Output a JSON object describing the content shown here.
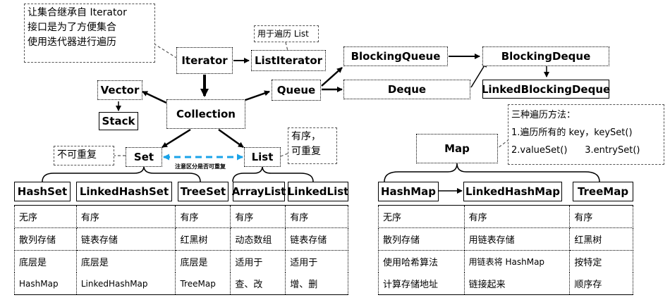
{
  "notes": {
    "iterator_note": [
      "让集合继承自 Iterator",
      "接口是为了方便集合",
      "使用迭代器进行遍历"
    ],
    "listiterator_note": "用于遍历 List",
    "set_note": "不可重复",
    "list_note": [
      "有序，",
      "可重复"
    ],
    "set_list_note": "注意区分是否可重复",
    "map_note": [
      "三种遍历方法：",
      "1.遍历所有的 key，keySet()",
      "2.valueSet()      3.entrySet()"
    ]
  },
  "nodes": {
    "iterator": "Iterator",
    "listiterator": "ListIterator",
    "blockingqueue": "BlockingQueue",
    "blockingdeque": "BlockingDeque",
    "linkedblockingdeque": "LinkedBlockingDeque",
    "vector": "Vector",
    "stack": "Stack",
    "queue": "Queue",
    "deque": "Deque",
    "collection": "Collection",
    "set": "Set",
    "list": "List",
    "map": "Map"
  },
  "collection_table": {
    "headers": [
      "HashSet",
      "LinkedHashSet",
      "TreeSet",
      "ArrayList",
      "LinkedList"
    ],
    "rows": [
      [
        "无序",
        "有序",
        "有序",
        "有序",
        "有序"
      ],
      [
        "散列存储",
        "链表存储",
        "红黑树",
        "动态数组",
        "链表存储"
      ],
      [
        [
          "底层是",
          "HashMap"
        ],
        [
          "底层是",
          "LinkedHashMap"
        ],
        [
          "底层是",
          "TreeMap"
        ],
        [
          "适用于",
          "查、改"
        ],
        [
          "适用于",
          "增、删"
        ]
      ]
    ]
  },
  "map_table": {
    "headers": [
      "HashMap",
      "LinkedHashMap",
      "TreeMap"
    ],
    "rows": [
      [
        "无序",
        "有序",
        "有序"
      ],
      [
        "散列存储",
        "用链表存储",
        "红黑树"
      ],
      [
        [
          "使用哈希算法",
          "计算存储地址"
        ],
        [
          "用链表将 HashMap",
          "链接起来"
        ],
        [
          "按特定",
          "顺序存"
        ]
      ]
    ]
  },
  "colors": {
    "line": "#000000",
    "set_list_arrow": "#1aa3e8",
    "note_border": "#555555"
  }
}
